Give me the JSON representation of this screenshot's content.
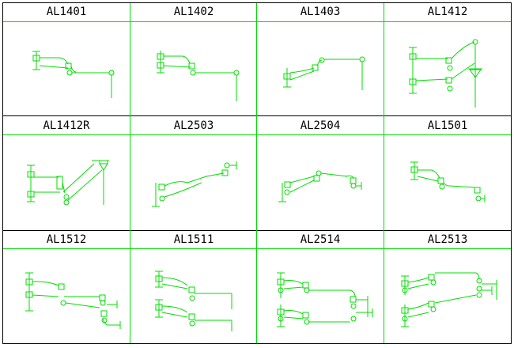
{
  "diagram_title": "",
  "cells": [
    {
      "label": "AL1401"
    },
    {
      "label": "AL1402"
    },
    {
      "label": "AL1403"
    },
    {
      "label": "AL1412"
    },
    {
      "label": "AL1412R"
    },
    {
      "label": "AL2503"
    },
    {
      "label": "AL2504"
    },
    {
      "label": "AL1501"
    },
    {
      "label": "AL1512"
    },
    {
      "label": "AL1511"
    },
    {
      "label": "AL2514"
    },
    {
      "label": "AL2513"
    }
  ],
  "colors": {
    "line": "#00dd00",
    "border": "#000000",
    "text": "#000000"
  }
}
